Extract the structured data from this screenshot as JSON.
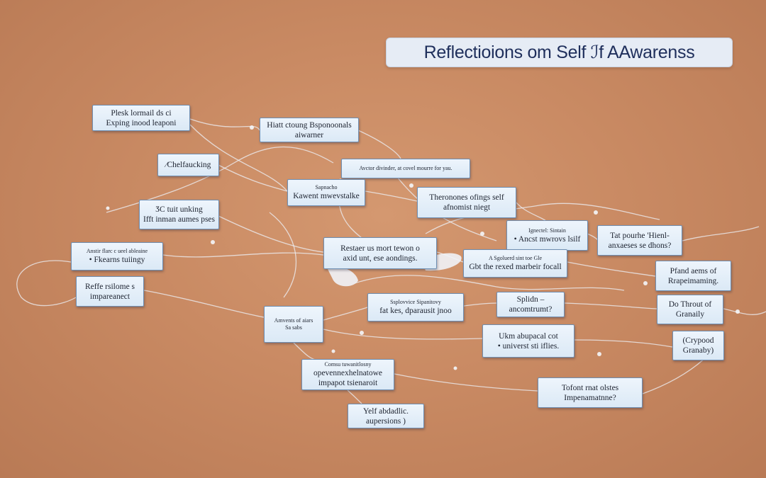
{
  "title": "Reflectioions om Self ℐf AAwarenss",
  "colors": {
    "background": "#c98a63",
    "note_fill": "#e4eff9",
    "note_border": "#6f8fb3",
    "title_text": "#1f2f5c",
    "link": "#eef2f8"
  },
  "notes": [
    {
      "id": "n1",
      "lines": [
        "Plesk lormail ds ci",
        "Exping inood leaponi"
      ]
    },
    {
      "id": "n2",
      "lines": [
        "Hiatt ctoung   Bsponoonals",
        "aiwarner"
      ]
    },
    {
      "id": "n3",
      "lines": [
        "∕Chelfaucking"
      ]
    },
    {
      "id": "n4",
      "lines": [
        "Avctor divinder, at covel mourre for yau."
      ]
    },
    {
      "id": "n5",
      "lines": [
        "Sapnacho",
        "Kawent mwevstalke"
      ]
    },
    {
      "id": "n6",
      "lines": [
        "Theronones ofings self",
        "afnomist niegt"
      ]
    },
    {
      "id": "n7",
      "lines": [
        "ӠC   tuit unking",
        "Ifft inman aumes pses"
      ]
    },
    {
      "id": "n8",
      "lines": [
        "Ignectel: Sintain",
        "• Ancst mwrovs lsilf"
      ]
    },
    {
      "id": "n9",
      "lines": [
        "Tat  pourhe  'Hienl-",
        "anxaeses se dhons?"
      ]
    },
    {
      "id": "n10",
      "lines": [
        "Anstir flarc c ueel ableaine",
        "• Fkearns tuiingy"
      ]
    },
    {
      "id": "n11",
      "lines": [
        "Restaer us mort tewon o",
        "axid unt, ese aondings."
      ]
    },
    {
      "id": "n12",
      "lines": [
        "A Sgoluerd sint toe Gle",
        "Gbt the rexed marbeir focall"
      ]
    },
    {
      "id": "n13",
      "lines": [
        "Pfand aems of",
        "Rrapeimaming."
      ]
    },
    {
      "id": "n14",
      "lines": [
        "Reffe rsilome s",
        "impareanect"
      ]
    },
    {
      "id": "n15",
      "lines": [
        "Ssplovvice Sipanitovy",
        "fat kes, dparausit jnoo"
      ]
    },
    {
      "id": "n16",
      "lines": [
        "Splidn –",
        "ancomtrumt?"
      ]
    },
    {
      "id": "n17",
      "lines": [
        "Do  Throut of",
        "Granaily"
      ]
    },
    {
      "id": "n18",
      "lines": [
        "Amvents of aiars",
        "Sa sabs"
      ]
    },
    {
      "id": "n19",
      "lines": [
        "Ukm abupacal cot",
        "• universt sti iflies."
      ]
    },
    {
      "id": "n20",
      "lines": [
        "(Crypood",
        "Granaby)"
      ]
    },
    {
      "id": "n21",
      "lines": [
        "Comsu tuwanitlosny",
        "opevennexhelnatowe",
        "impapot tsienaroit"
      ]
    },
    {
      "id": "n22",
      "lines": [
        "Tofont rnat olstes",
        "Impenamatnne?"
      ]
    },
    {
      "id": "n23",
      "lines": [
        "Yelf abdadlic.",
        "aupersions )"
      ]
    }
  ]
}
